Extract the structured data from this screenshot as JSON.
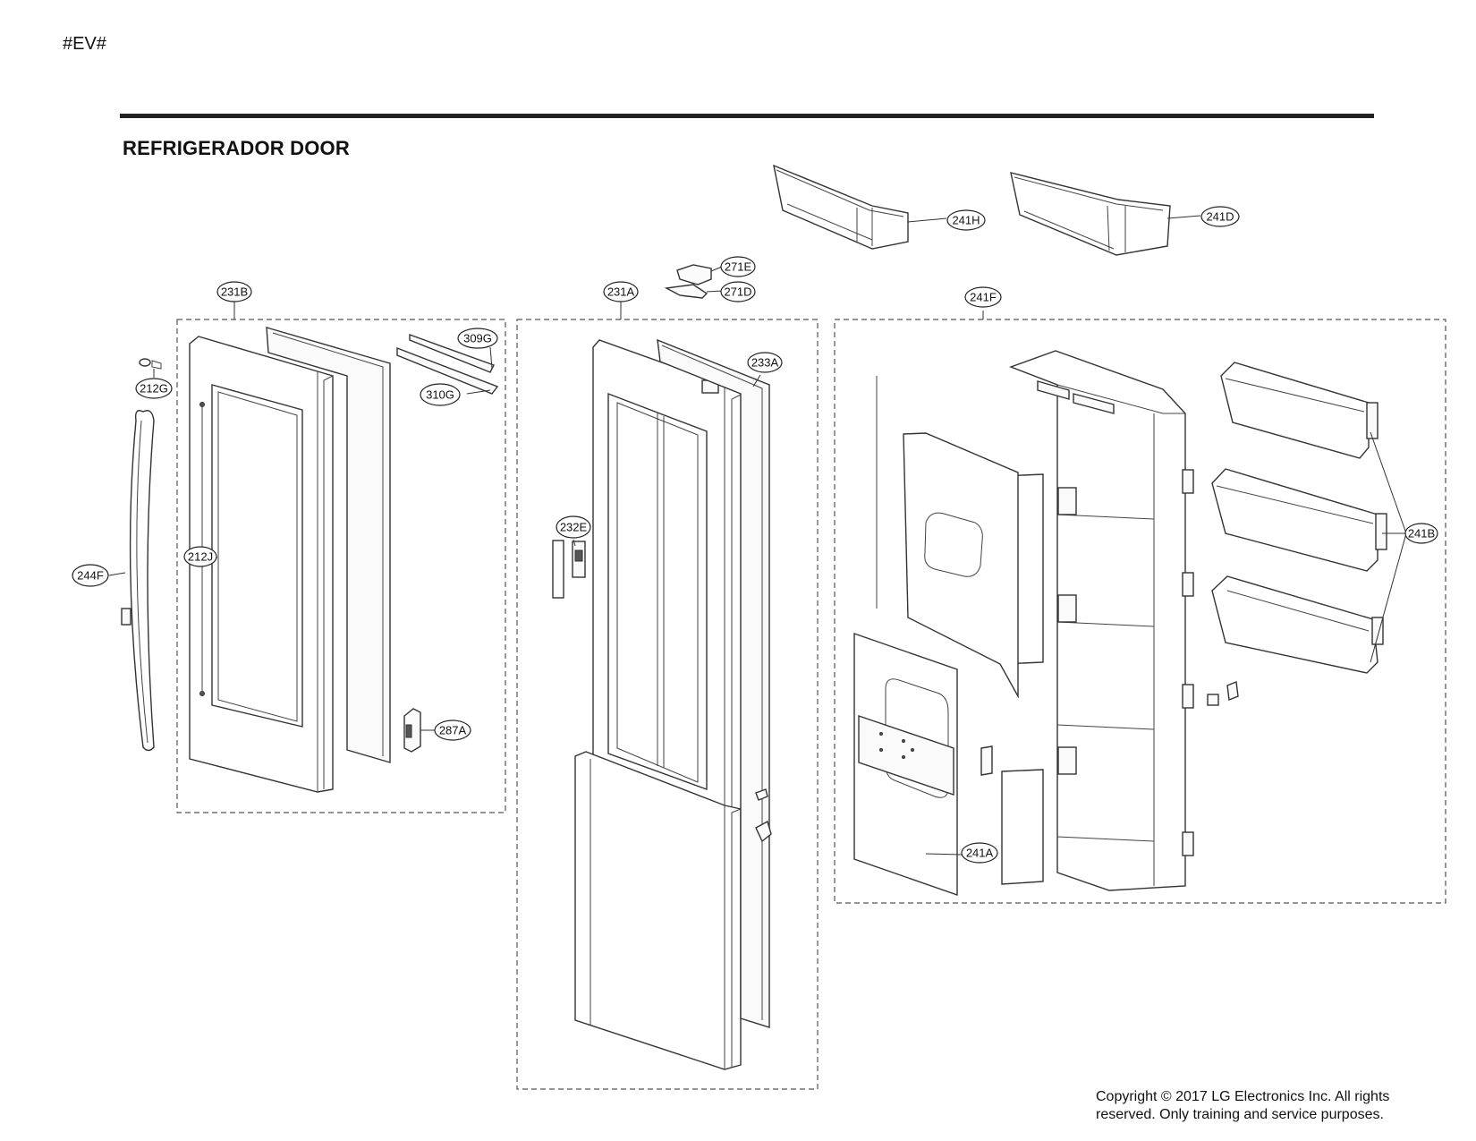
{
  "header": {
    "model_code": "#EV#",
    "section_title": "REFRIGERADOR DOOR"
  },
  "callouts": {
    "c241H": "241H",
    "c241D": "241D",
    "c271E": "271E",
    "c271D": "271D",
    "c231B": "231B",
    "c231A": "231A",
    "c241F": "241F",
    "c309G": "309G",
    "c310G": "310G",
    "c233A": "233A",
    "c212G": "212G",
    "c232E": "232E",
    "c212J": "212J",
    "c244F": "244F",
    "c287A": "287A",
    "c241B": "241B",
    "c241A": "241A"
  },
  "footer": {
    "copyright_line1": "Copyright © 2017 LG Electronics Inc. All rights",
    "copyright_line2": "reserved. Only training and service purposes."
  }
}
